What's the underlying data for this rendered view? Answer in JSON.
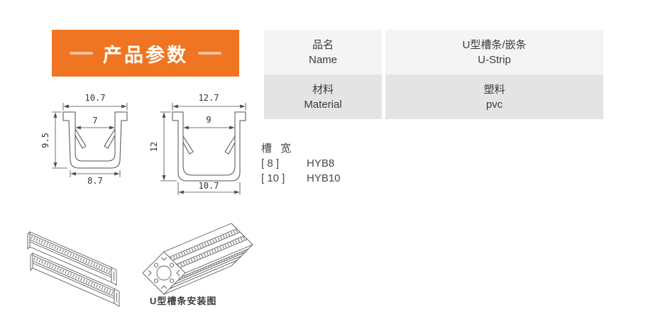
{
  "banner": {
    "title": "产品参数",
    "bg_color": "#ef7522"
  },
  "spec_table": {
    "rows": [
      {
        "label_cn": "品名",
        "label_en": "Name",
        "value_cn": "U型槽条/嵌条",
        "value_en": "U-Strip"
      },
      {
        "label_cn": "材料",
        "label_en": "Material",
        "value_cn": "塑料",
        "value_en": "pvc"
      }
    ]
  },
  "drawings": {
    "small": {
      "top_width": "10.7",
      "inner_width": "7",
      "height": "9.5",
      "bottom_width": "8.7"
    },
    "large": {
      "top_width": "12.7",
      "inner_width": "9",
      "height": "12",
      "bottom_width": "10.7"
    }
  },
  "slot_width": {
    "heading": "槽 宽",
    "options": [
      {
        "size": "[ 8 ]",
        "model": "HYB8"
      },
      {
        "size": "[ 10 ]",
        "model": "HYB10"
      }
    ]
  },
  "installation": {
    "caption": "U型槽条安装图"
  }
}
